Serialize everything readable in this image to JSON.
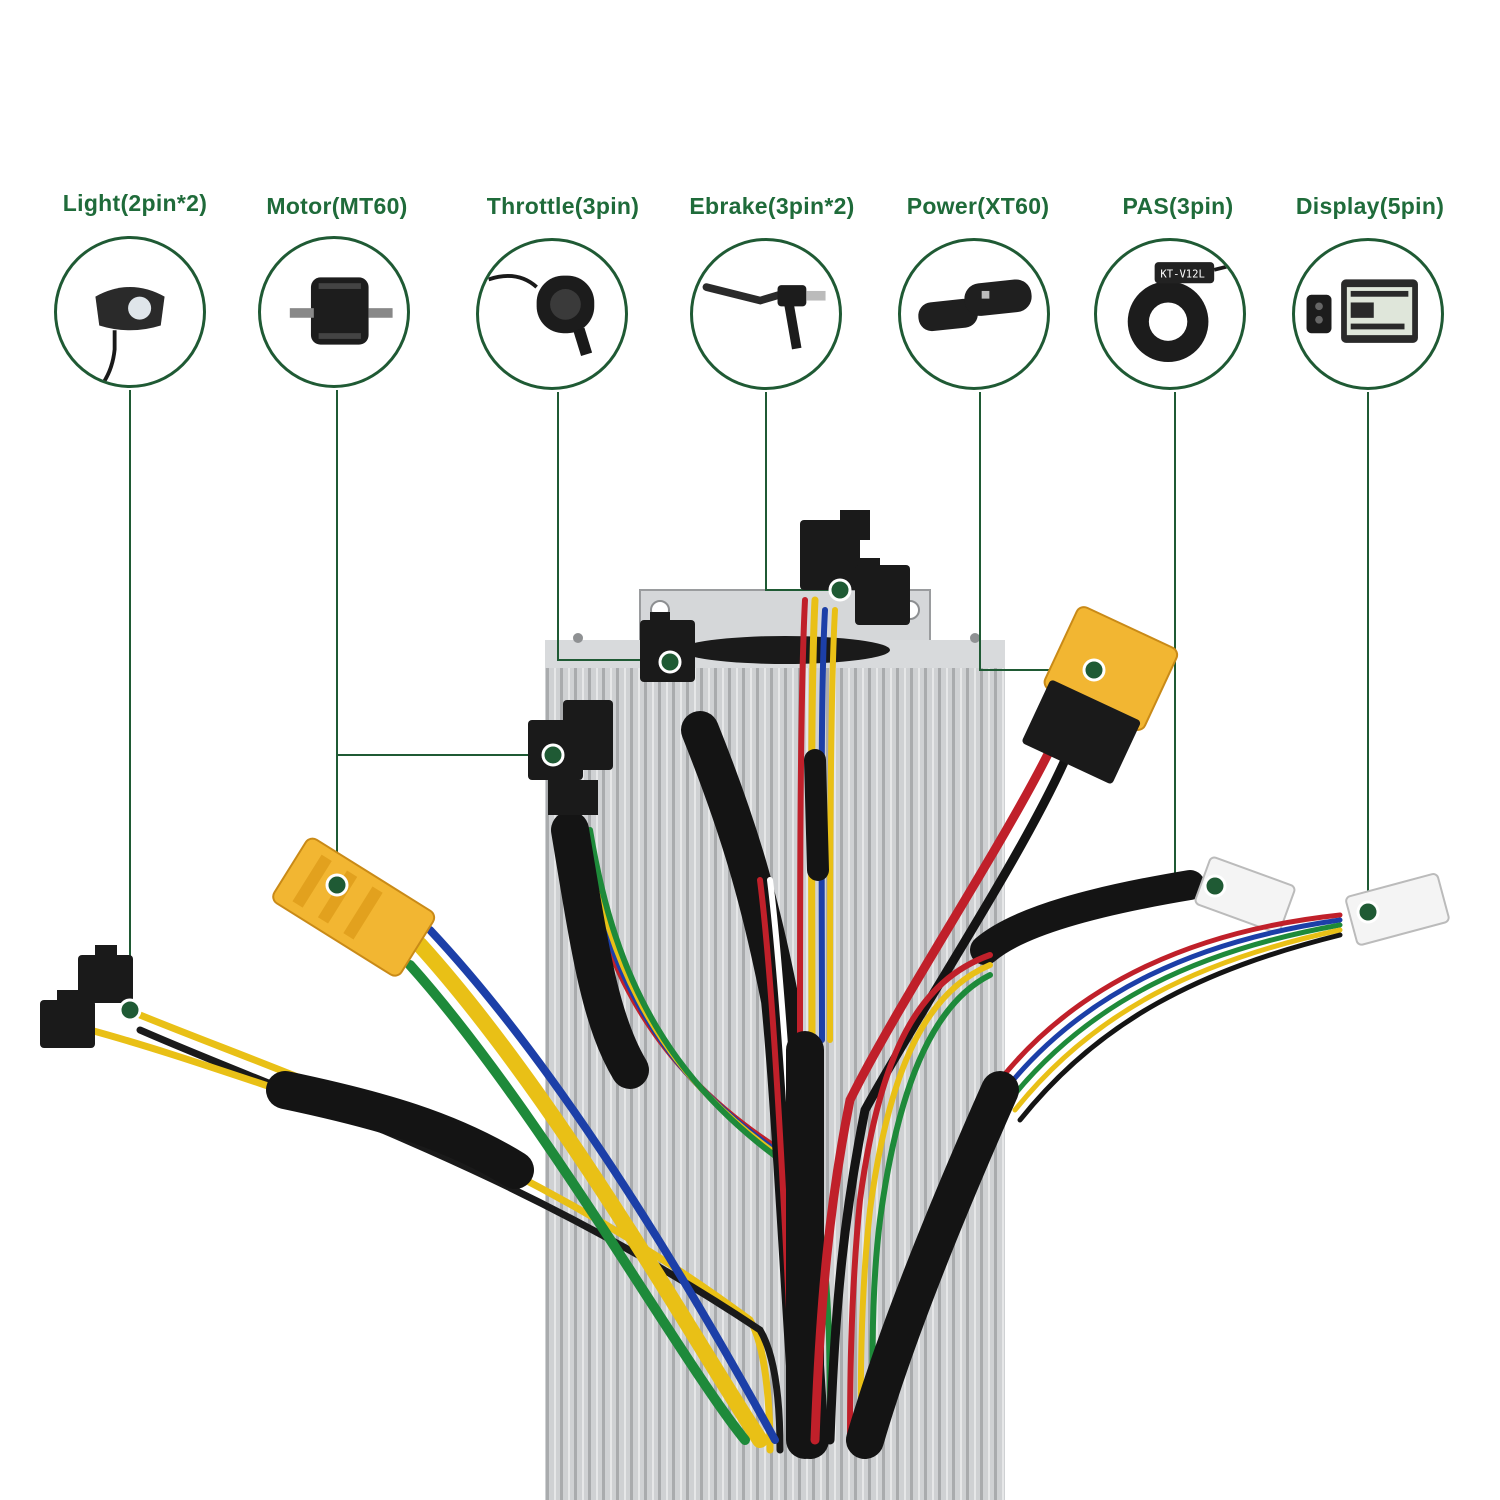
{
  "connectors": [
    {
      "id": "light",
      "label": "Light(2pin*2)",
      "icon": "headlight-icon"
    },
    {
      "id": "motor",
      "label": "Motor(MT60)",
      "icon": "hub-motor-icon"
    },
    {
      "id": "throttle",
      "label": "Throttle(3pin)",
      "icon": "thumb-throttle-icon"
    },
    {
      "id": "ebrake",
      "label": "Ebrake(3pin*2)",
      "icon": "brake-lever-icon"
    },
    {
      "id": "power",
      "label": "Power(XT60)",
      "icon": "battery-pack-icon"
    },
    {
      "id": "pas",
      "label": "PAS(3pin)",
      "icon": "pas-sensor-icon"
    },
    {
      "id": "display",
      "label": "Display(5pin)",
      "icon": "lcd-display-icon"
    }
  ],
  "pas_model": "KT-V12L",
  "colors": {
    "accent": "#1f5a34",
    "label": "#1f6b3a",
    "connector_yellow": "#f2b632",
    "wire_red": "#c0202a",
    "wire_yellow": "#e9c016",
    "wire_green": "#1e8a3a",
    "wire_blue": "#1c3fa8",
    "sleeve": "#141414",
    "housing": "#c9cbcd"
  }
}
